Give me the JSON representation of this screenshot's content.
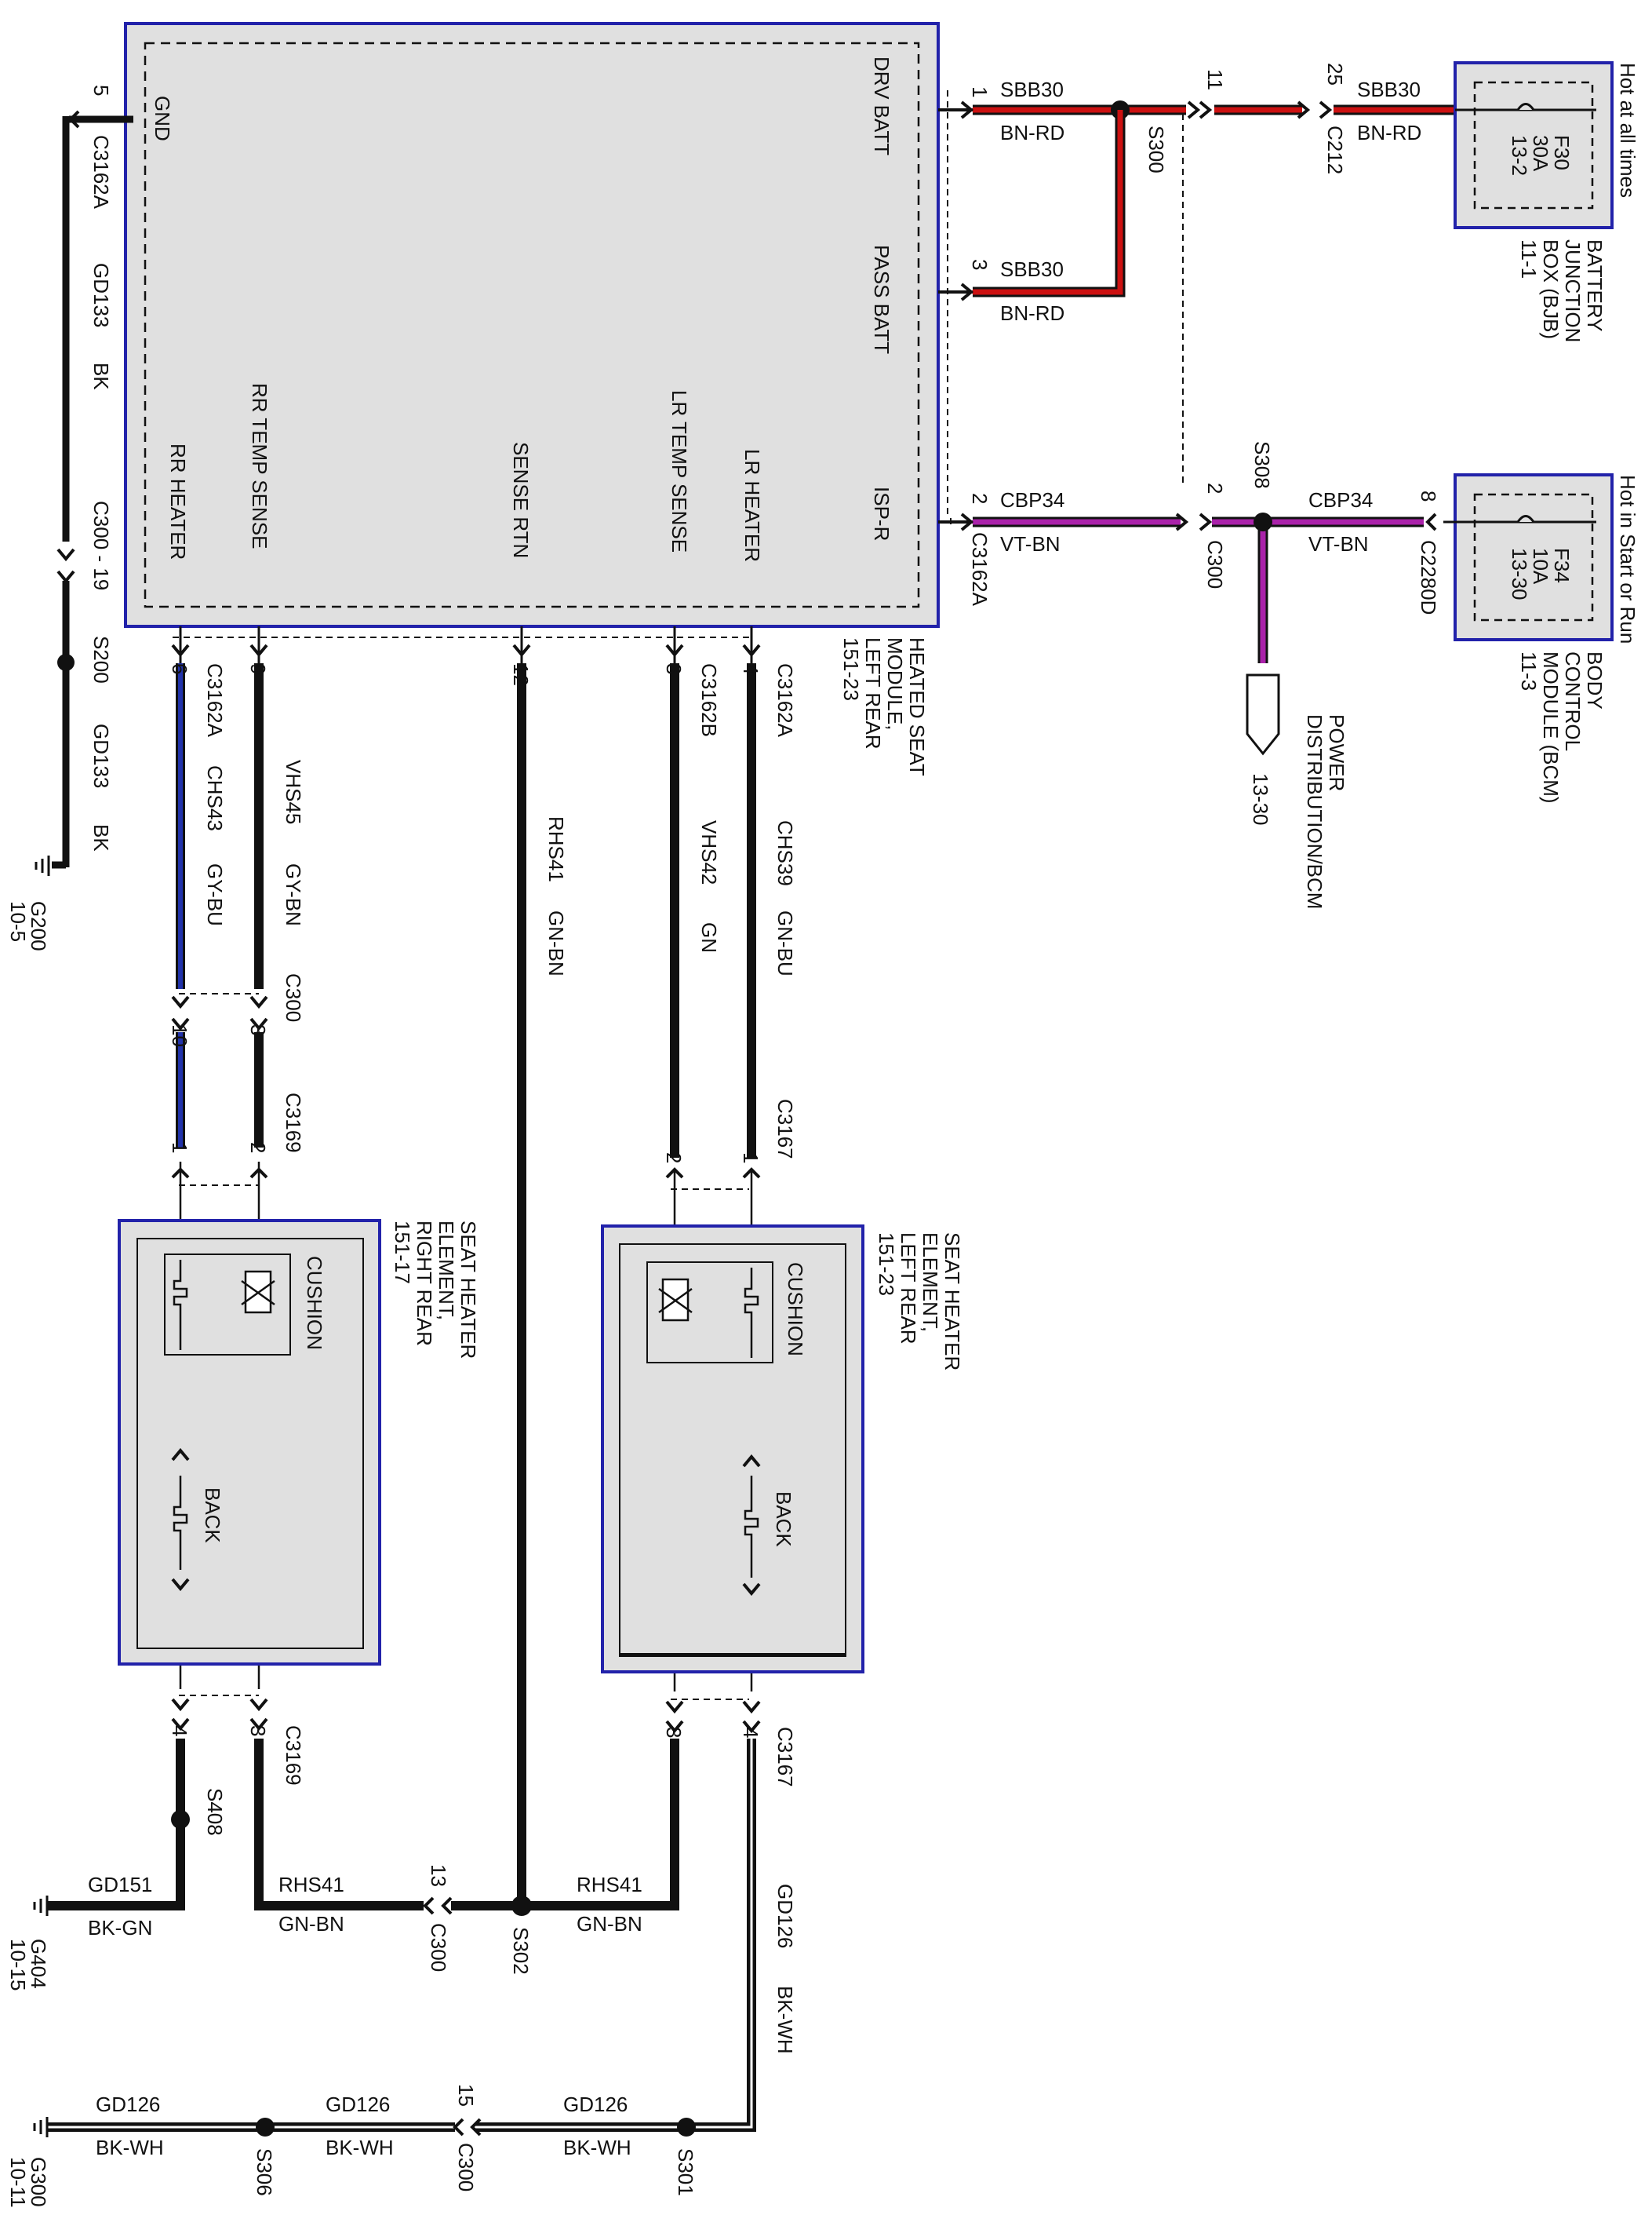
{
  "module": {
    "title_lines": [
      "HEATED SEAT",
      "MODULE,",
      "LEFT REAR",
      "151-23"
    ],
    "pins": {
      "gnd": "GND",
      "drv_batt": "DRV BATT",
      "pass_batt": "PASS BATT",
      "isp_r": "ISP-R",
      "rr_heater": "RR HEATER",
      "rr_temp_sense": "RR TEMP SENSE",
      "sense_rtn": "SENSE RTN",
      "lr_temp_sense": "LR TEMP SENSE",
      "lr_heater": "LR HEATER"
    }
  },
  "bjb": {
    "header": "Hot at all times",
    "fuse_lines": [
      "F30",
      "30A",
      "13-2"
    ],
    "title_lines": [
      "BATTERY",
      "JUNCTION",
      "BOX (BJB)",
      "11-1"
    ]
  },
  "bcm": {
    "header": "Hot in Start or Run",
    "fuse_lines": [
      "F34",
      "10A",
      "13-30"
    ],
    "title_lines": [
      "BODY",
      "CONTROL",
      "MODULE (BCM)",
      "11-3"
    ]
  },
  "power_dist": {
    "lines": [
      "POWER",
      "DISTRIBUTION/BCM",
      "13-30"
    ]
  },
  "seat_rr": {
    "title_lines": [
      "SEAT HEATER",
      "ELEMENT,",
      "RIGHT REAR",
      "151-17"
    ],
    "cushion": "CUSHION",
    "back": "BACK"
  },
  "seat_lr": {
    "title_lines": [
      "SEAT HEATER",
      "ELEMENT,",
      "LEFT REAR",
      "151-23"
    ],
    "cushion": "CUSHION",
    "back": "BACK"
  },
  "grounds": {
    "g200": [
      "G200",
      "10-5"
    ],
    "g404": [
      "G404",
      "10-15"
    ],
    "g300": [
      "G300",
      "10-11"
    ]
  },
  "labels": {
    "pin_5": "5",
    "c3162a_gnd": "C3162A",
    "gd133_1": "GD133",
    "bk_1": "BK",
    "c300_19": "C300 - 19",
    "s200": "S200",
    "gd133_2": "GD133",
    "bk_2": "BK",
    "pin_1_drv": "1",
    "sbb30_1": "SBB30",
    "bnrd_1": "BN-RD",
    "s300": "S300",
    "pin_11": "11",
    "pin_25": "25",
    "c212": "C212",
    "sbb30_3": "SBB30",
    "bnrd_3": "BN-RD",
    "pin_3_pass": "3",
    "sbb30_2": "SBB30",
    "bnrd_2": "BN-RD",
    "pin_2_isp": "2",
    "cbp34_1": "CBP34",
    "vtbn_1": "VT-BN",
    "c3162a_isp": "C3162A",
    "pin_2_c300": "2",
    "c300_isp": "C300",
    "s308": "S308",
    "cbp34_2": "CBP34",
    "vtbn_2": "VT-BN",
    "pin_8": "8",
    "c2280d": "C2280D",
    "pin_6": "6",
    "c3162a_rrh": "C3162A",
    "chs43": "CHS43",
    "gybu": "GY-BU",
    "pin_9": "9",
    "vhs45": "VHS45",
    "gybn": "GY-BN",
    "pin_12": "12",
    "rhs41_v": "RHS41",
    "gnbn_v": "GN-BN",
    "pin_3_lrt": "3",
    "c3162b": "C3162B",
    "vhs42": "VHS42",
    "gn": "GN",
    "pin_4_lrh": "4",
    "c3162a_lrh": "C3162A",
    "chs39": "CHS39",
    "gnbu": "GN-BU",
    "c300_rr": "C300",
    "pin_10": "10",
    "pin_3_c300rr": "3",
    "c3169_top": "C3169",
    "pin_1_rr": "1",
    "pin_2_rr": "2",
    "c3167_top": "C3167",
    "pin_2_lr": "2",
    "pin_1_lr": "1",
    "pin_4_rrb": "4",
    "pin_3_rrb": "3",
    "c3169_bot": "C3169",
    "pin_3_lrb": "3",
    "pin_4_lrb": "4",
    "c3167_bot": "C3167",
    "s408": "S408",
    "gd151": "GD151",
    "bkgn": "BK-GN",
    "rhs41_h1": "RHS41",
    "gnbn_h1": "GN-BN",
    "pin_13": "13",
    "c300_13": "C300",
    "s302": "S302",
    "rhs41_h2": "RHS41",
    "gnbn_h2": "GN-BN",
    "gd126_v": "GD126",
    "bkwh_v": "BK-WH",
    "gd126_1": "GD126",
    "bkwh_1": "BK-WH",
    "s306": "S306",
    "gd126_2": "GD126",
    "bkwh_2": "BK-WH",
    "pin_15": "15",
    "c300_15": "C300",
    "gd126_3": "GD126",
    "bkwh_3": "BK-WH",
    "s301": "S301"
  },
  "colors": {
    "module_border": "#2222aa",
    "module_fill": "#e0e0e0",
    "wire_red": "#cc1111",
    "wire_violet": "#aa22aa",
    "wire_blue": "#2233aa",
    "wire_black": "#111111"
  }
}
